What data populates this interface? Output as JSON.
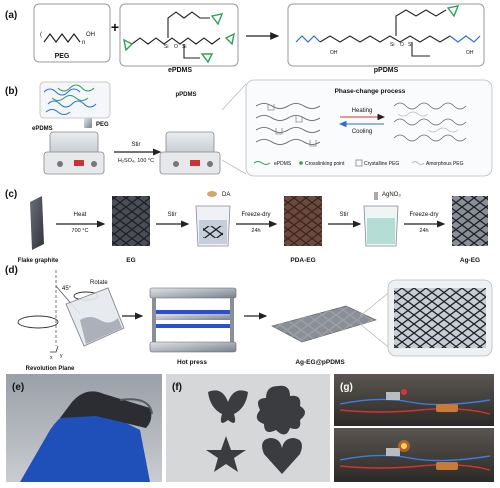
{
  "panels": {
    "a": {
      "label": "(a)",
      "plus": "+",
      "peg_label": "PEG",
      "peg_n": "n",
      "peg_oh": "OH",
      "epdms_label": "ePDMS",
      "ppdms_label": "pPDMS",
      "si": "Si",
      "o": "O",
      "oh": "OH"
    },
    "b": {
      "label": "(b)",
      "epdms": "ePDMS",
      "peg": "PEG",
      "ppdms": "pPDMS",
      "stir": "Stir",
      "condition": "H₂SO₄, 100 °C",
      "process_title": "Phase-change process",
      "heating": "Heating",
      "cooling": "Cooling",
      "legend": {
        "epdms": "ePDMS",
        "crosslink": "Crosslinking point",
        "crystalline": "Crystalline PEG",
        "amorphous": "Amorphous PEG"
      }
    },
    "c": {
      "label": "(c)",
      "flake": "Flake graphite",
      "heat": "Heat",
      "temp": "700 °C",
      "eg": "EG",
      "stir1": "Stir",
      "da": "DA",
      "freeze1": "Freeze-dry",
      "time1": "24h",
      "pda_eg": "PDA-EG",
      "stir2": "Stir",
      "agno3": "AgNO₃",
      "freeze2": "Freeze-dry",
      "time2": "24h",
      "ag_eg": "Ag-EG"
    },
    "d": {
      "label": "(d)",
      "rotate": "Rotate",
      "angle": "45°",
      "revolution": "Revolution Plane",
      "axis_x": "x",
      "axis_y": "y",
      "hot_press": "Hot press",
      "product": "Ag-EG@pPDMS"
    },
    "e": {
      "label": "(e)"
    },
    "f": {
      "label": "(f)"
    },
    "g": {
      "label": "(g)"
    }
  },
  "colors": {
    "peg_blue": "#2c6fd6",
    "epoxide_green": "#2aa058",
    "heating_red": "#d6342a",
    "cooling_blue": "#2b6cd2",
    "glove_blue": "#1f4fb8",
    "graphite": "#4a4d55",
    "pda": "#6b4a3c"
  }
}
